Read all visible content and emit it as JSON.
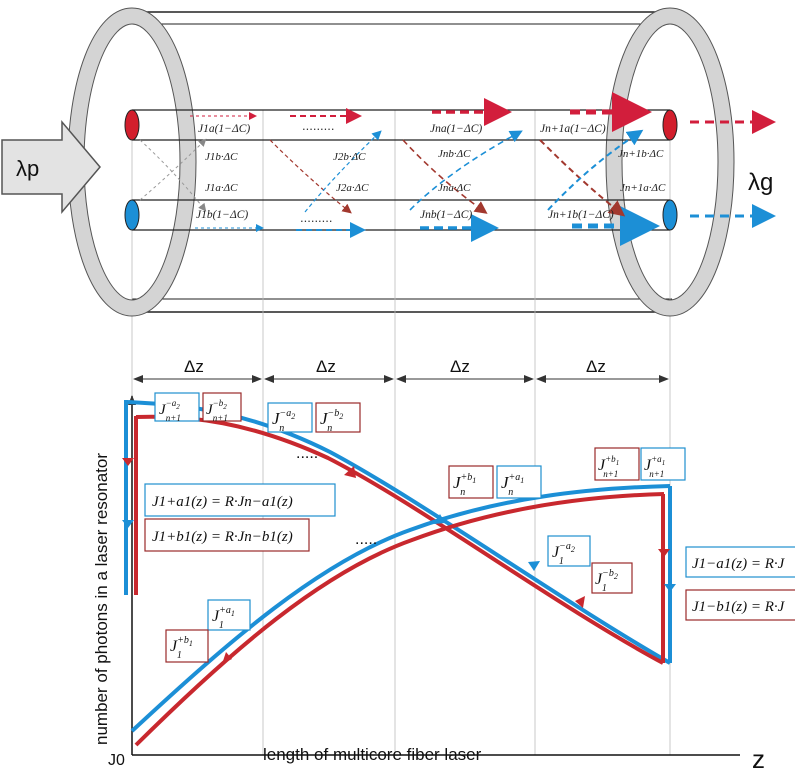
{
  "colors": {
    "red": "#d21e3c",
    "blue": "#1c8fd6",
    "dark_red": "#9a2a2a",
    "ring": "#d4d4d4"
  },
  "fiber": {
    "pump_label": "λp",
    "output_label": "λg",
    "top_row": [
      "J1a(1−ΔC)",
      "Jna(1−ΔC)",
      "Jn+1a(1−ΔC)"
    ],
    "coupling_row1": [
      "J1b·ΔC",
      "J2b·ΔC",
      "Jnb·ΔC",
      "Jn+1b·ΔC"
    ],
    "coupling_row2": [
      "J1a·ΔC",
      "J2a·ΔC",
      "Jna·ΔC",
      "Jn+1a·ΔC"
    ],
    "bottom_row": [
      "J1b(1−ΔC)",
      "Jnb(1−ΔC)",
      "Jn+1b(1−ΔC)"
    ],
    "ellipsis": "........."
  },
  "plot": {
    "segment_label": "Δz",
    "y_axis_label": "number of photons in a laser resonator",
    "x_axis_label": "length of multicore fiber laser",
    "origin_label": "J0",
    "z_label": "z",
    "ellipsis": ".....",
    "boundary_left_a": "J1+a1(z) = R·Jn−a1(z)",
    "boundary_left_b": "J1+b1(z) = R·Jn−b1(z)",
    "boundary_right_a": "J1−a1(z) = R·J",
    "boundary_right_b": "J1−b1(z) = R·J"
  }
}
